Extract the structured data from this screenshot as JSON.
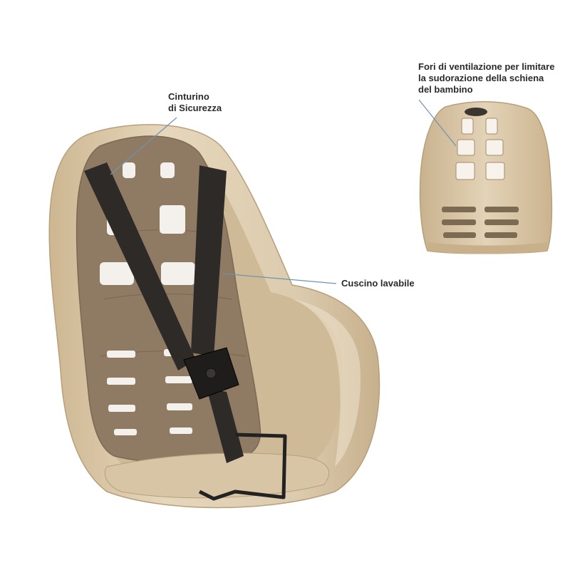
{
  "labels": {
    "belt": {
      "line1": "Cinturino",
      "line2": "di Sicurezza"
    },
    "vent": {
      "line1": "Fori di ventilazione per limitare",
      "line2": "la sudorazione della schiena",
      "line3": "del bambino"
    },
    "cushion": {
      "text": "Cuscino lavabile"
    }
  },
  "colors": {
    "shell": "#dccbae",
    "shell_shadow": "#c3ac8a",
    "cushion": "#8f7a63",
    "strap": "#2d2a27",
    "leader": "#6f93b2"
  }
}
